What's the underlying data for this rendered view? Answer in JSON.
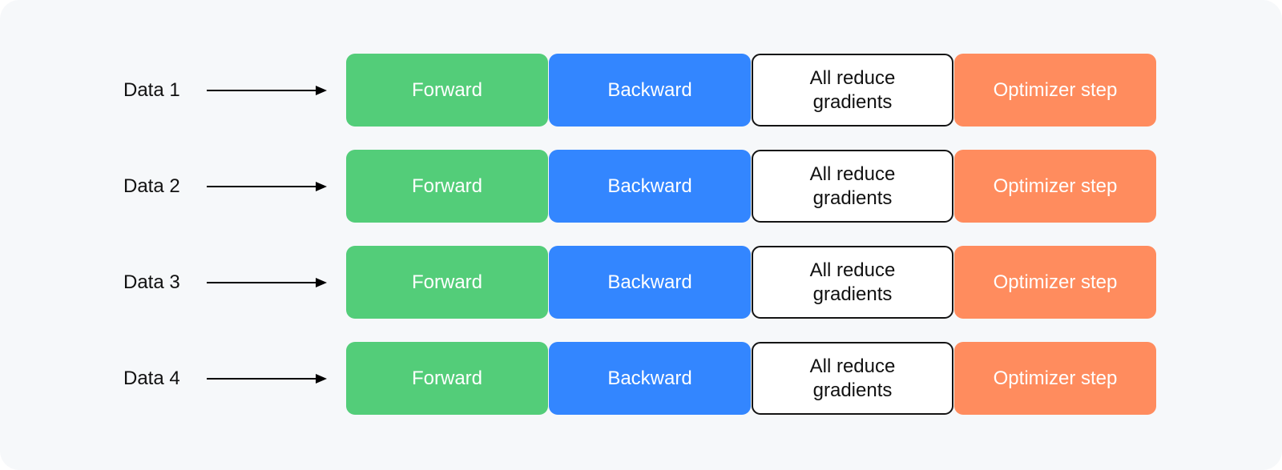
{
  "diagram": {
    "rows": [
      {
        "label": "Data 1"
      },
      {
        "label": "Data 2"
      },
      {
        "label": "Data 3"
      },
      {
        "label": "Data 4"
      }
    ],
    "steps": [
      {
        "key": "forward",
        "label": "Forward",
        "color": "#53cd79"
      },
      {
        "key": "backward",
        "label": "Backward",
        "color": "#3386ff"
      },
      {
        "key": "allreduce",
        "label_line1": "All reduce",
        "label_line2": "gradients",
        "color": "#ffffff",
        "border": "#141414"
      },
      {
        "key": "optimizer",
        "label": "Optimizer step",
        "color": "#ff8c5e"
      }
    ]
  }
}
